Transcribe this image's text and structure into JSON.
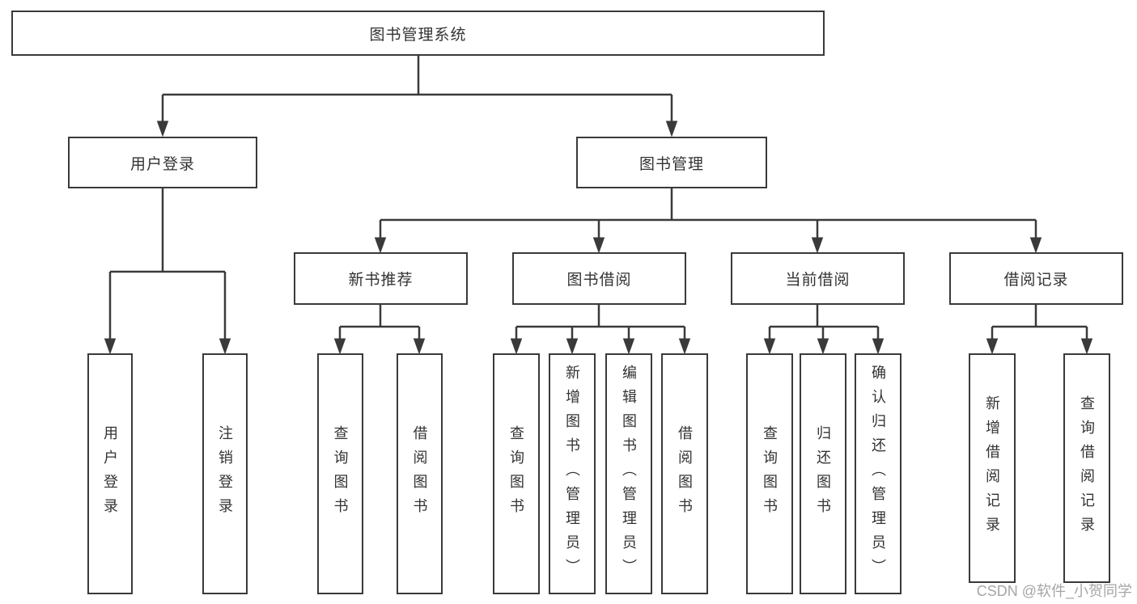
{
  "colors": {
    "line": "#3a3a3a",
    "text": "#333333",
    "watermark": "#9c9c9c",
    "background": "#ffffff"
  },
  "diagram": {
    "root": {
      "label": "图书管理系统"
    },
    "level2": [
      {
        "label": "用户登录"
      },
      {
        "label": "图书管理"
      }
    ],
    "level3": [
      {
        "label": "新书推荐"
      },
      {
        "label": "图书借阅"
      },
      {
        "label": "当前借阅"
      },
      {
        "label": "借阅记录"
      }
    ],
    "leaves": {
      "login": [
        {
          "label": "用户登录"
        },
        {
          "label": "注销登录"
        }
      ],
      "recommend": [
        {
          "label": "查询图书"
        },
        {
          "label": "借阅图书"
        }
      ],
      "borrow": [
        {
          "label": "查询图书"
        },
        {
          "label": "新增图书（管理员）"
        },
        {
          "label": "编辑图书（管理员）"
        },
        {
          "label": "借阅图书"
        }
      ],
      "current": [
        {
          "label": "查询图书"
        },
        {
          "label": "归还图书"
        },
        {
          "label": "确认归还（管理员）"
        }
      ],
      "record": [
        {
          "label": "新增借阅记录"
        },
        {
          "label": "查询借阅记录"
        }
      ]
    }
  },
  "watermark": {
    "text": "CSDN @软件_小贺同学"
  }
}
